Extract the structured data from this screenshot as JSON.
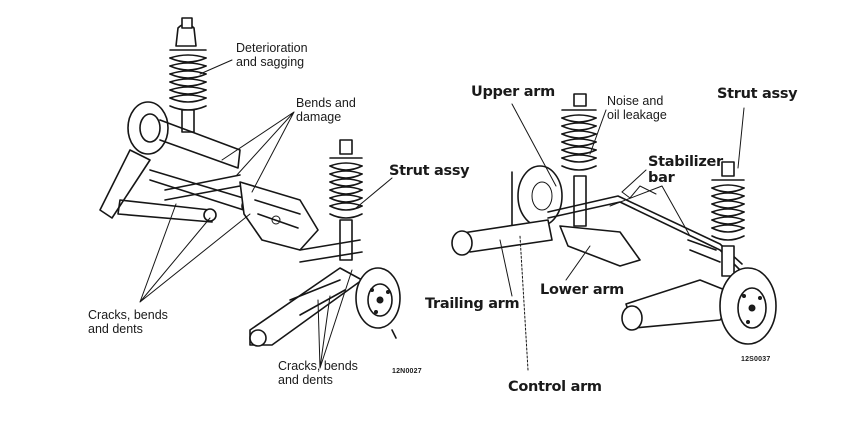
{
  "left_diagram": {
    "labels": {
      "deterioration": "Deterioration\nand sagging",
      "bends_damage": "Bends and\ndamage",
      "strut_assy": "Strut assy",
      "cracks_left": "Cracks, bends\nand dents",
      "cracks_bottom": "Cracks, bends\nand dents",
      "code": "12N0027"
    }
  },
  "right_diagram": {
    "labels": {
      "upper_arm": "Upper arm",
      "noise_oil": "Noise and\noil leakage",
      "strut_assy": "Strut assy",
      "stabilizer_bar": "Stabilizer\nbar",
      "trailing_arm": "Trailing arm",
      "lower_arm": "Lower arm",
      "control_arm": "Control arm",
      "code": "12S0037"
    }
  }
}
